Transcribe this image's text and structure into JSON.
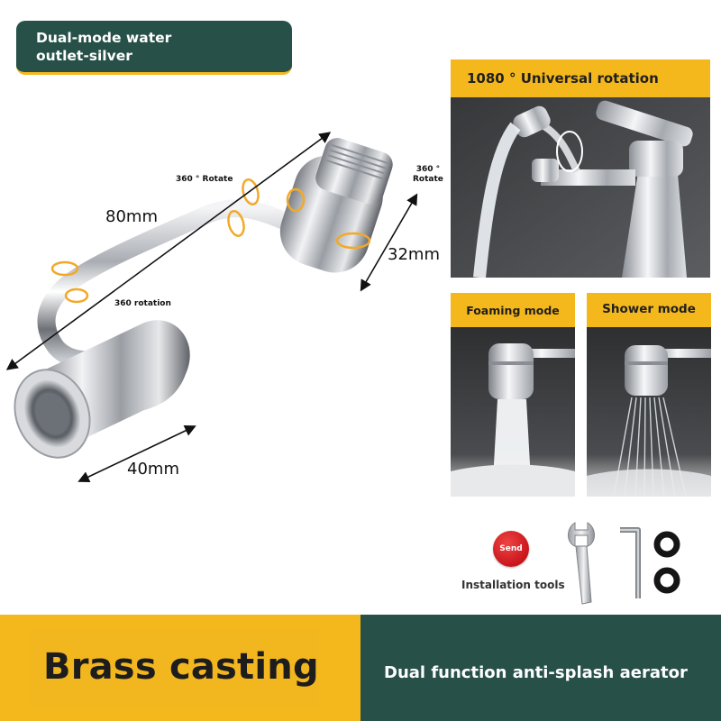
{
  "colors": {
    "yellow": "#f5b81c",
    "green": "#275048"
  },
  "badge": {
    "line1": "Dual-mode water",
    "line2": "outlet-silver"
  },
  "diagram": {
    "dim_length": "80mm",
    "dim_top": "32mm",
    "dim_bottom": "40mm",
    "rotate_top_left": "360 ° Rotate",
    "rotate_top_right_line1": "360 °",
    "rotate_top_right_line2": "Rotate",
    "rotation_label": "360 rotation"
  },
  "panels": {
    "main_title": "1080 ° Universal rotation",
    "foaming_title": "Foaming mode",
    "shower_title": "Shower mode"
  },
  "accessories": {
    "send_label": "Send",
    "tools_label": "Installation tools"
  },
  "banner": {
    "left_text": "Brass casting",
    "right_text": "Dual function anti-splash aerator"
  }
}
